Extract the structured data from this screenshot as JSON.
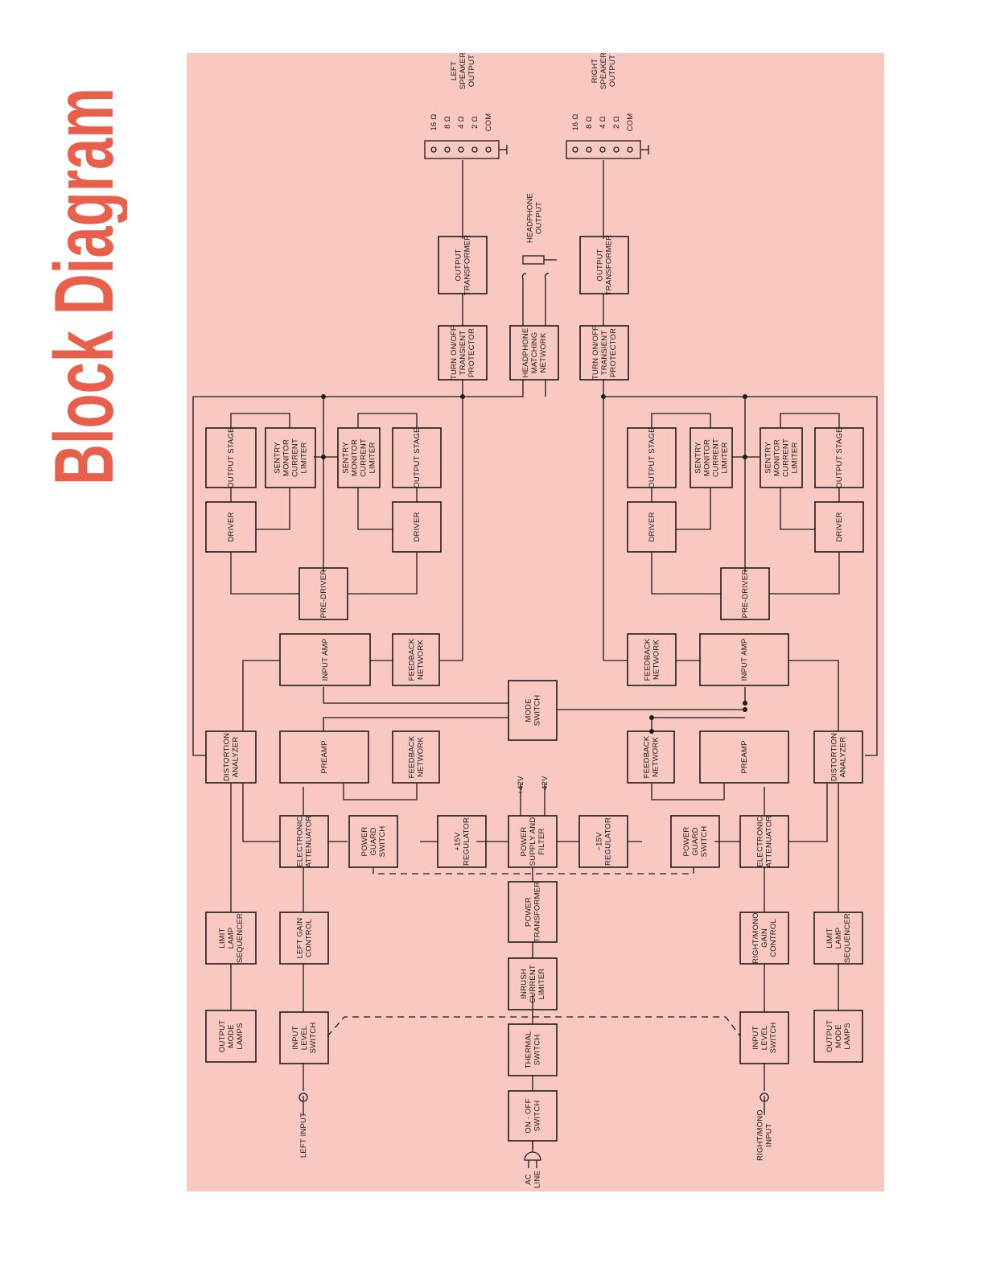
{
  "title": "Block Diagram",
  "colors": {
    "title": "#e8604c",
    "panel": "#f8c8c1",
    "ink": "#1c1c1c"
  },
  "blocks": {
    "left_output_stage_a": [
      "OUTPUT STAGE"
    ],
    "left_sentry_a": [
      "SENTRY",
      "MONITOR",
      "CURRENT",
      "LIMITER"
    ],
    "left_sentry_b": [
      "SENTRY",
      "MONITOR",
      "CURRENT",
      "LIMITER"
    ],
    "left_output_stage_b": [
      "OUTPUT STAGE"
    ],
    "left_driver_a": [
      "DRIVER"
    ],
    "left_driver_b": [
      "DRIVER"
    ],
    "left_pre_driver": [
      "PRE-DRIVER"
    ],
    "left_input_amp": [
      "INPUT AMP"
    ],
    "left_feedback_top": [
      "FEEDBACK",
      "NETWORK"
    ],
    "mode_switch": [
      "MODE",
      "SWITCH"
    ],
    "left_distortion": [
      "DISTORTION",
      "ANALYZER"
    ],
    "left_preamp": [
      "PREAMP"
    ],
    "left_feedback_bottom": [
      "FEEDBACK",
      "NETWORK"
    ],
    "left_attenuator": [
      "ELECTRONIC",
      "ATTENUATOR"
    ],
    "left_power_guard": [
      "POWER",
      "GUARD",
      "SWITCH"
    ],
    "reg_plus15": [
      "+15V",
      "REGULATOR"
    ],
    "power_supply": [
      "POWER",
      "SUPPLY AND",
      "FILTER"
    ],
    "reg_minus15": [
      "−15V",
      "REGULATOR"
    ],
    "right_power_guard": [
      "POWER",
      "GUARD",
      "SWITCH"
    ],
    "right_attenuator": [
      "ELECTRONIC",
      "ATTENUATOR"
    ],
    "right_distortion": [
      "DISTORTION",
      "ANALYZER"
    ],
    "right_preamp": [
      "PREAMP"
    ],
    "right_feedback_bottom": [
      "FEEDBACK",
      "NETWORK"
    ],
    "right_input_amp": [
      "INPUT AMP"
    ],
    "right_feedback_top": [
      "FEEDBACK",
      "NETWORK"
    ],
    "right_pre_driver": [
      "PRE-DRIVER"
    ],
    "right_driver_a": [
      "DRIVER"
    ],
    "right_driver_b": [
      "DRIVER"
    ],
    "right_output_stage_a": [
      "OUTPUT STAGE"
    ],
    "right_sentry_a": [
      "SENTRY",
      "MONITOR",
      "CURRENT",
      "LIMITER"
    ],
    "right_sentry_b": [
      "SENTRY",
      "MONITOR",
      "CURRENT",
      "LIMITER"
    ],
    "right_output_stage_b": [
      "OUTPUT STAGE"
    ],
    "left_transient": [
      "TURN ON/OFF",
      "TRANSIENT",
      "PROTECTOR"
    ],
    "headphone_network": [
      "HEADPHONE",
      "MATCHING",
      "NETWORK"
    ],
    "right_transient": [
      "TURN ON/OFF",
      "TRANSIENT",
      "PROTECTOR"
    ],
    "left_output_transformer": [
      "OUTPUT",
      "TRANSFORMER"
    ],
    "right_output_transformer": [
      "OUTPUT",
      "TRANSFORMER"
    ],
    "left_limit_lamp": [
      "LIMIT",
      "LAMP",
      "SEQUENCER"
    ],
    "left_gain_control": [
      "LEFT GAIN",
      "CONTROL"
    ],
    "power_transformer": [
      "POWER",
      "TRANSFORMER"
    ],
    "right_gain_control": [
      "RIGHT/MONO",
      "GAIN",
      "CONTROL"
    ],
    "right_limit_lamp": [
      "LIMIT",
      "LAMP",
      "SEQUENCER"
    ],
    "inrush_limiter": [
      "INRUSH",
      "CURRENT",
      "LIMITER"
    ],
    "left_output_lamps": [
      "OUTPUT",
      "MODE",
      "LAMPS"
    ],
    "left_input_level": [
      "INPUT",
      "LEVEL",
      "SWITCH"
    ],
    "thermal_switch": [
      "THERMAL",
      "SWITCH"
    ],
    "right_input_level": [
      "INPUT",
      "LEVEL",
      "SWITCH"
    ],
    "right_output_lamps": [
      "OUTPUT",
      "MODE",
      "LAMPS"
    ],
    "on_off_switch": [
      "ON - OFF",
      "SWITCH"
    ]
  },
  "labels": {
    "left_speaker_output": [
      "LEFT",
      "SPEAKER",
      "OUTPUT"
    ],
    "right_speaker_output": [
      "RIGHT",
      "SPEAKER",
      "OUTPUT"
    ],
    "headphone_output": [
      "HEADPHONE",
      "OUTPUT"
    ],
    "left_input": [
      "LEFT INPUT"
    ],
    "right_mono_input": [
      "RIGHT/MONO",
      "INPUT"
    ],
    "ac_line": [
      "AC",
      "LINE"
    ],
    "plus42": [
      "+42V"
    ],
    "minus42": [
      "−42V"
    ],
    "impedances": [
      "16 Ω",
      "8 Ω",
      "4 Ω",
      "2 Ω",
      "COM"
    ]
  }
}
